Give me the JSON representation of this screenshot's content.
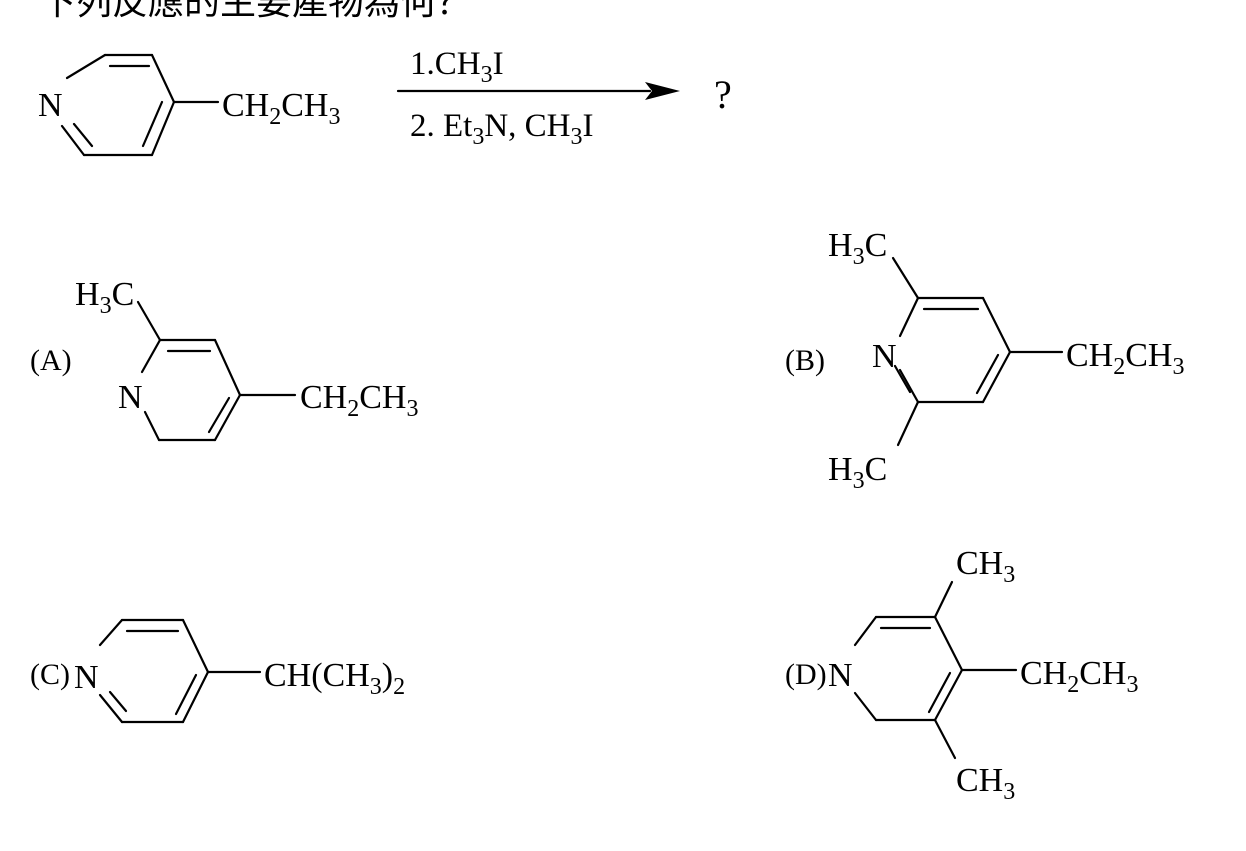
{
  "question": {
    "text": "下列反應的主要產物為何？"
  },
  "reaction": {
    "reactant_N": "N",
    "reactant_group": {
      "main": "CH",
      "sub": "2",
      "tail": "CH",
      "sub2": "3"
    },
    "step1": {
      "a": "1.CH",
      "sub": "3",
      "b": "I"
    },
    "step2": {
      "a": "2. Et",
      "sub1": "3",
      "b": "N, CH",
      "sub2": "3",
      "c": "I"
    },
    "product": "?"
  },
  "options": {
    "A": {
      "label": "(A)",
      "N": "N",
      "methyl": {
        "a": "H",
        "sub": "3",
        "b": "C"
      },
      "group": {
        "a": "CH",
        "sub1": "2",
        "b": "CH",
        "sub2": "3"
      }
    },
    "B": {
      "label": "(B)",
      "N": "N",
      "methyl_top": {
        "a": "H",
        "sub": "3",
        "b": "C"
      },
      "methyl_bottom": {
        "a": "H",
        "sub": "3",
        "b": "C"
      },
      "group": {
        "a": "CH",
        "sub1": "2",
        "b": "CH",
        "sub2": "3"
      }
    },
    "C": {
      "label": "(C)",
      "N": "N",
      "group": {
        "a": "CH(CH",
        "sub1": "3",
        "b": ")",
        "sub2": "2"
      }
    },
    "D": {
      "label": "(D)",
      "N": "N",
      "methyl_top": {
        "a": "CH",
        "sub": "3"
      },
      "methyl_bottom": {
        "a": "CH",
        "sub": "3"
      },
      "group": {
        "a": "CH",
        "sub1": "2",
        "b": "CH",
        "sub2": "3"
      }
    }
  }
}
